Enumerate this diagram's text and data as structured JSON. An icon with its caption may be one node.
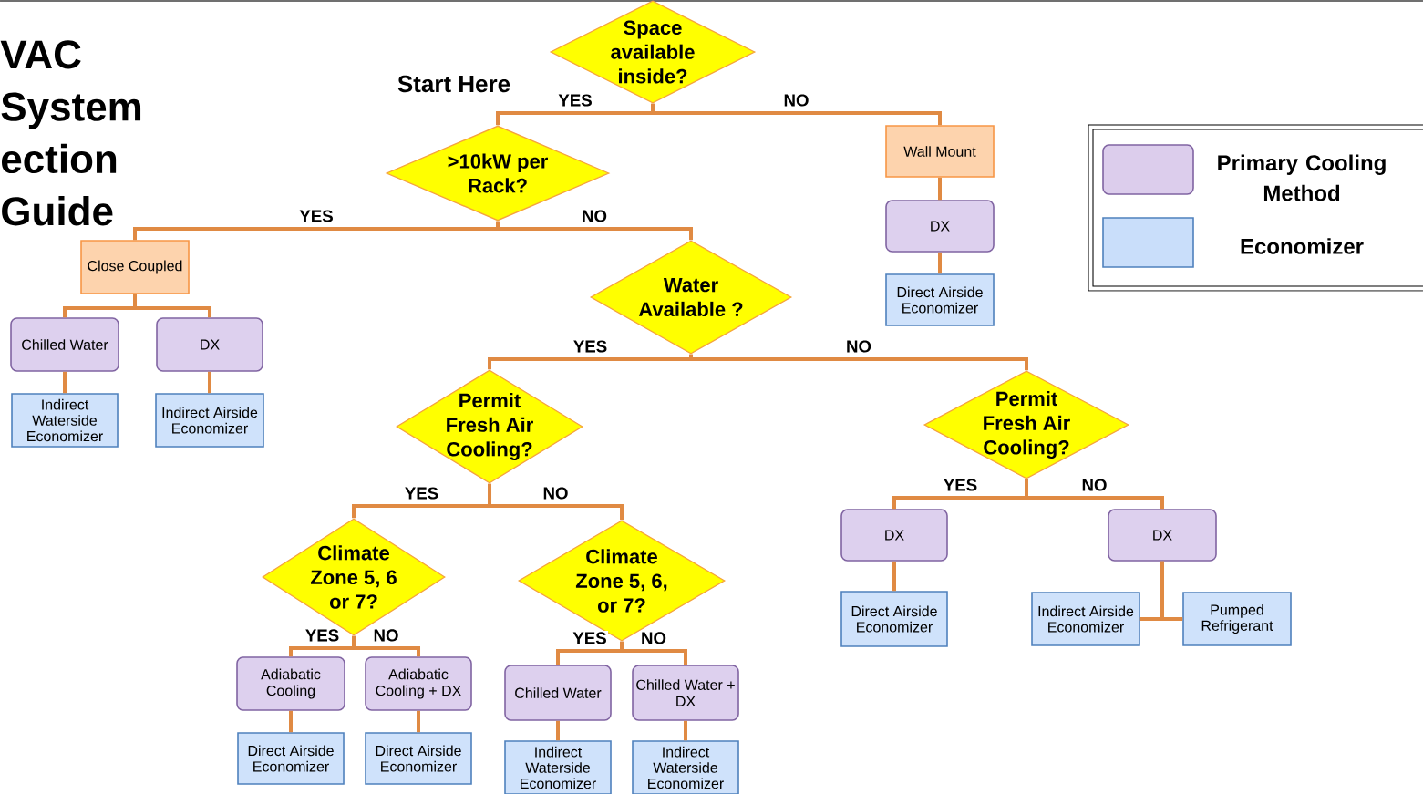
{
  "diagram": {
    "title": "VAC System ection Guide",
    "nodes": [
      {
        "text": [
          "Space available inside?"
        ]
      },
      {
        "text": [
          ">10kW per Rack?"
        ]
      },
      {
        "text": [
          "Wall Mount"
        ]
      },
      {
        "text": [
          "DX"
        ]
      },
      {
        "text": [
          "Direct Airside Economizer"
        ]
      },
      {
        "text": [
          "Close Coupled"
        ]
      },
      {
        "text": [
          "Chilled Water"
        ]
      },
      {
        "text": [
          "DX"
        ]
      },
      {
        "text": [
          "Indirect Waterside Economizer"
        ]
      },
      {
        "text": [
          "Indirect Airside Economizer"
        ]
      },
      {
        "text": [
          "Water Available ?"
        ]
      },
      {
        "text": [
          "Permit Fresh Air Cooling?"
        ]
      },
      {
        "text": [
          "Permit Fresh Air Cooling?"
        ]
      },
      {
        "text": [
          "Climate Zone 5, 6 or 7?"
        ]
      },
      {
        "text": [
          "Climate Zone 5, 6, or 7?"
        ]
      },
      {
        "text": [
          "Adiabatic Cooling"
        ]
      },
      {
        "text": [
          "Adiabatic Cooling + DX"
        ]
      },
      {
        "text": [
          "Chilled Water"
        ]
      },
      {
        "text": [
          "Chilled Water + DX"
        ]
      },
      {
        "text": [
          "Direct Airside Economizer"
        ]
      },
      {
        "text": [
          "Direct Airside Economizer"
        ]
      },
      {
        "text": [
          "Indirect Waterside Economizer"
        ]
      },
      {
        "text": [
          "Indirect Waterside Economizer"
        ]
      },
      {
        "text": [
          "DX"
        ]
      },
      {
        "text": [
          "DX"
        ]
      },
      {
        "text": [
          "Direct Airside Economizer"
        ]
      },
      {
        "text": [
          "Indirect Airside Economizer"
        ]
      },
      {
        "text": [
          "Pumped Refrigerant"
        ]
      }
    ],
    "edges": [
      {
        "from": 0,
        "to": 1,
        "arrow": "none",
        "label": "YES"
      },
      {
        "from": 0,
        "to": 2,
        "arrow": "none",
        "label": "NO"
      },
      {
        "from": 2,
        "to": 3,
        "arrow": "none"
      },
      {
        "from": 3,
        "to": 4,
        "arrow": "none"
      },
      {
        "from": 1,
        "to": 5,
        "arrow": "none",
        "label": "YES"
      },
      {
        "from": 1,
        "to": 10,
        "arrow": "none",
        "label": "NO"
      },
      {
        "from": 5,
        "to": 6,
        "arrow": "none"
      },
      {
        "from": 5,
        "to": 7,
        "arrow": "none"
      },
      {
        "from": 6,
        "to": 8,
        "arrow": "none"
      },
      {
        "from": 7,
        "to": 9,
        "arrow": "none"
      },
      {
        "from": 10,
        "to": 11,
        "arrow": "none",
        "label": "YES"
      },
      {
        "from": 10,
        "to": 12,
        "arrow": "none",
        "label": "NO"
      },
      {
        "from": 11,
        "to": 13,
        "arrow": "none",
        "label": "YES"
      },
      {
        "from": 11,
        "to": 14,
        "arrow": "none",
        "label": "NO"
      },
      {
        "from": 13,
        "to": 15,
        "arrow": "none",
        "label": "YES"
      },
      {
        "from": 13,
        "to": 16,
        "arrow": "none",
        "label": "NO"
      },
      {
        "from": 14,
        "to": 17,
        "arrow": "none",
        "label": "YES"
      },
      {
        "from": 14,
        "to": 18,
        "arrow": "none",
        "label": "NO"
      },
      {
        "from": 15,
        "to": 19,
        "arrow": "none"
      },
      {
        "from": 16,
        "to": 20,
        "arrow": "none"
      },
      {
        "from": 17,
        "to": 21,
        "arrow": "none"
      },
      {
        "from": 18,
        "to": 22,
        "arrow": "none"
      },
      {
        "from": 12,
        "to": 23,
        "arrow": "none",
        "label": "YES"
      },
      {
        "from": 12,
        "to": 24,
        "arrow": "none",
        "label": "NO"
      },
      {
        "from": 23,
        "to": 25,
        "arrow": "none"
      },
      {
        "from": 24,
        "to": 26,
        "arrow": "none"
      },
      {
        "from": 24,
        "to": 27,
        "arrow": "none"
      }
    ],
    "labels": [
      "Start Here"
    ],
    "legend": [
      {
        "text": "Primary Cooling Method",
        "color": "#dccdec"
      },
      {
        "text": "Economizer",
        "color": "#c9defa"
      }
    ]
  }
}
